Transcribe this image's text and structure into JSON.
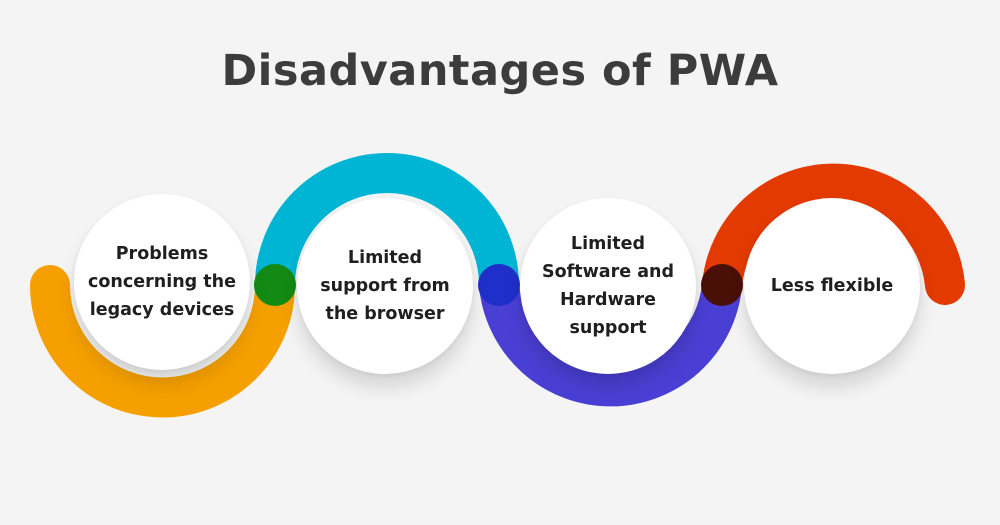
{
  "title": "Disadvantages of PWA",
  "items": [
    {
      "text": "Problems concerning the legacy devices",
      "color": "#f5a000"
    },
    {
      "text": "Limited support from the browser",
      "color": "#00b5d4"
    },
    {
      "text": "Limited Software and Hardware support",
      "color": "#4a3fd4"
    },
    {
      "text": "Less flexible",
      "color": "#e23a00"
    }
  ],
  "connector_colors": [
    "#138a13",
    "#1f2fc9",
    "#4a1008"
  ]
}
